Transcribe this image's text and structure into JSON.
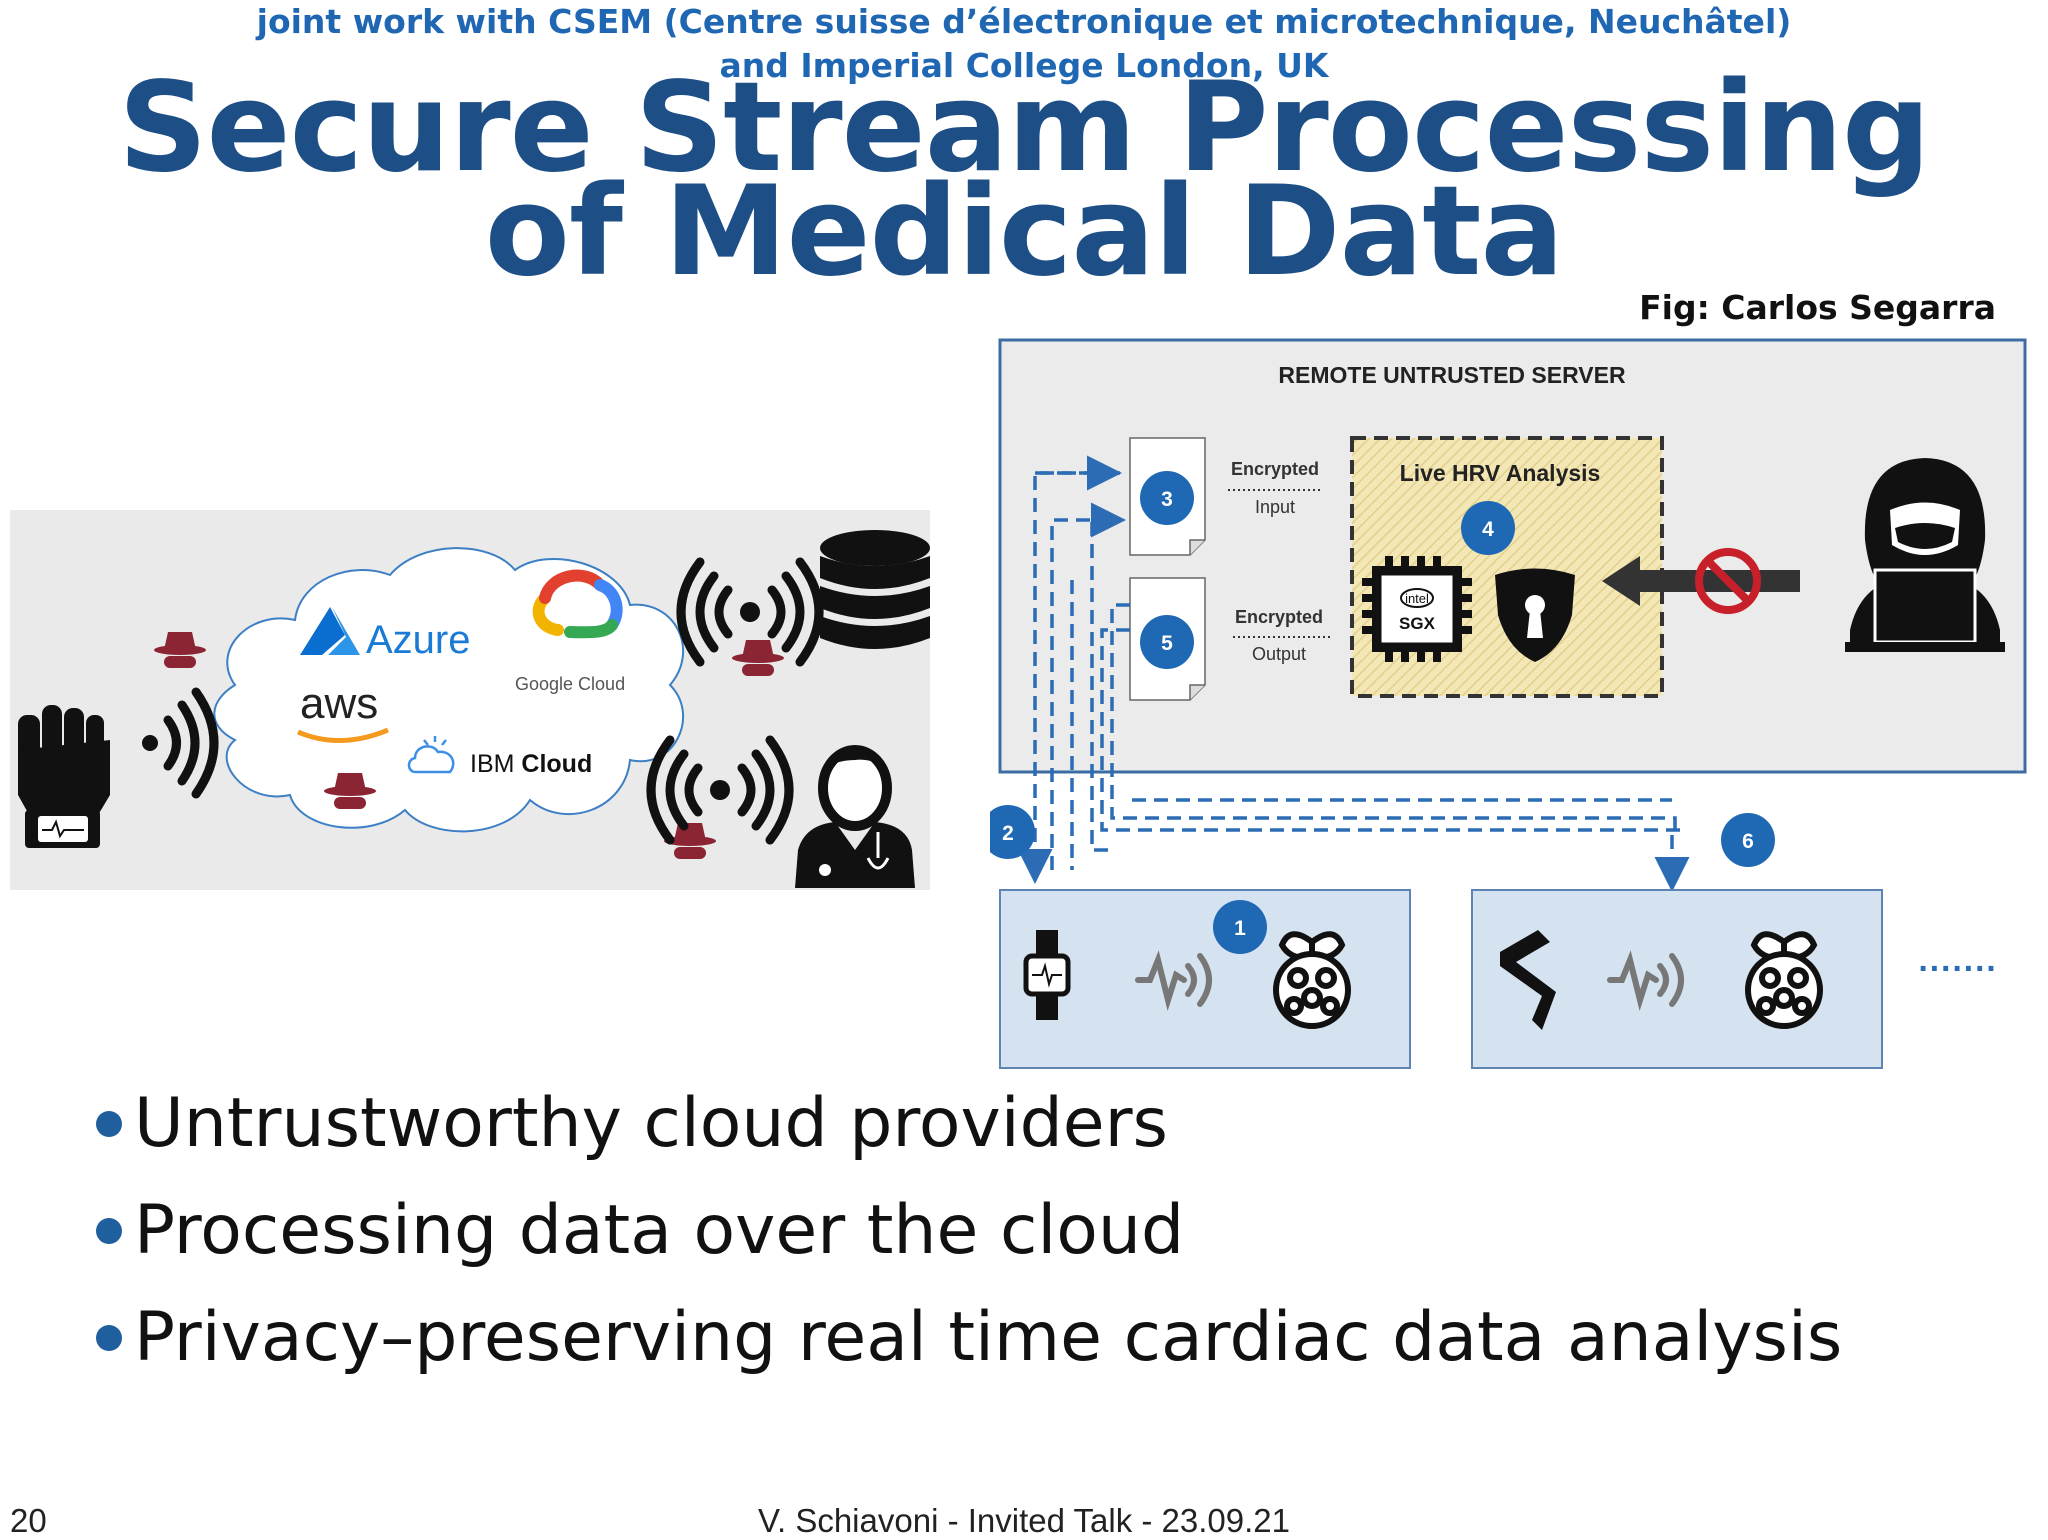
{
  "header": {
    "subtitle_line1": "joint work with CSEM (Centre suisse d’électronique et microtechnique, Neuchâtel)",
    "subtitle_line2": "and Imperial College London, UK",
    "title_line1": "Secure Stream Processing",
    "title_line2": "of Medical Data",
    "credit": "Fig: Carlos Segarra"
  },
  "left_figure": {
    "providers": {
      "azure": "Azure",
      "aws": "aws",
      "google": "Google Cloud",
      "ibm_prefix": "IBM ",
      "ibm_bold": "Cloud"
    }
  },
  "right_figure": {
    "server_title": "REMOTE UNTRUSTED SERVER",
    "enclave_title": "Live HRV Analysis",
    "chip_brand": "intel",
    "chip_label": "SGX",
    "encrypted_input_1": "Encrypted",
    "encrypted_input_2": "Input",
    "encrypted_output_1": "Encrypted",
    "encrypted_output_2": "Output",
    "steps": [
      "1",
      "2",
      "3",
      "4",
      "5",
      "6"
    ],
    "more": "·······"
  },
  "bullets": [
    "Untrustworthy cloud providers",
    "Processing data over the cloud",
    "Privacy–preserving real time cardiac data analysis"
  ],
  "footer": {
    "page_number": "20",
    "center": "V. Schiavoni   -  Invited Talk - 23.09.21"
  },
  "colors": {
    "title_blue": "#1d4f86",
    "subtitle_blue": "#1f67b3",
    "step_blue": "#1f68b4",
    "panel_blue": "#d5e3f1",
    "enclave_yellow": "#f4e7b6",
    "threat_red": "#c8202a",
    "attacker_maroon": "#8b2433"
  }
}
